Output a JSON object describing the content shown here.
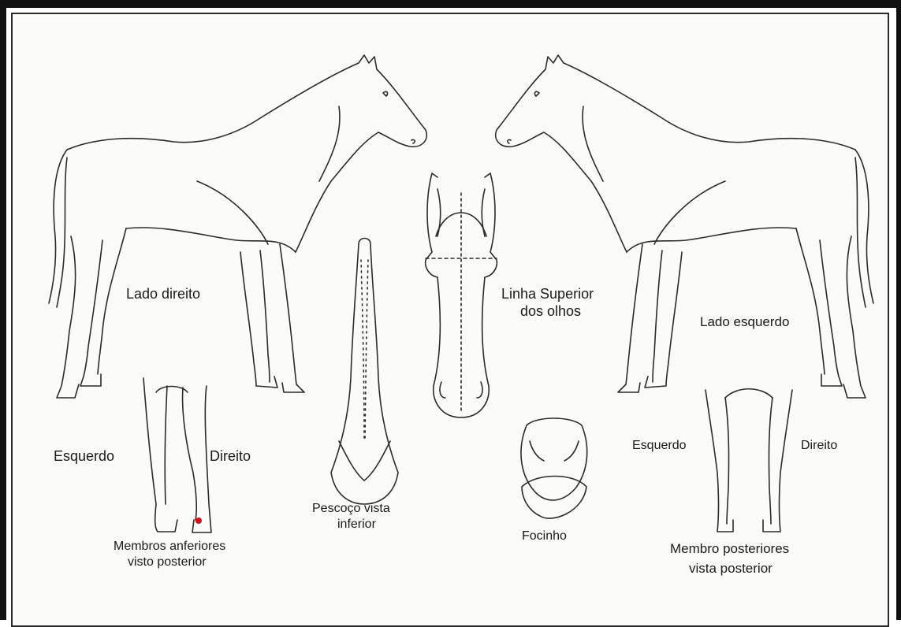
{
  "labels": {
    "right_side": "Lado direito",
    "left_side": "Lado esquerdo",
    "eye_line_1": "Linha Superior",
    "eye_line_2": "dos olhos",
    "fore_left": "Esquerdo",
    "fore_right": "Direito",
    "fore_caption_1": "Membros anferiores",
    "fore_caption_2": "visto posterior",
    "neck_caption_1": "Pescoço vista",
    "neck_caption_2": "inferior",
    "muzzle": "Focinho",
    "hind_left": "Esquerdo",
    "hind_right": "Direito",
    "hind_caption_1": "Membro posteriores",
    "hind_caption_2": "vista posterior"
  },
  "colors": {
    "line": "#2b2b2b",
    "mark": "#d8101a"
  }
}
